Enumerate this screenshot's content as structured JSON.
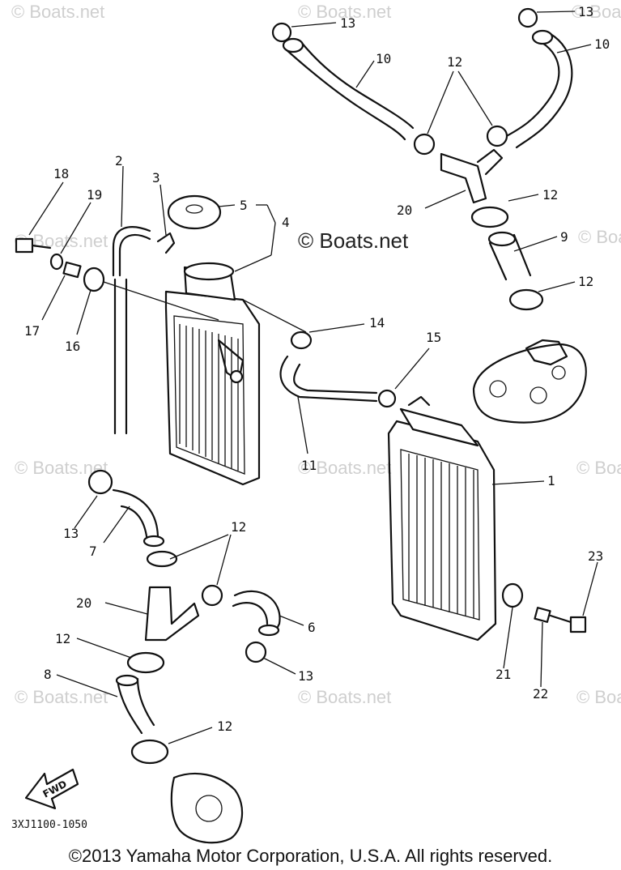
{
  "watermarks": [
    "© Boats.net",
    "© Boats.net",
    "© Boats.net",
    "© Boats.net",
    "© Boats.net",
    "© Boats.net",
    "© Boats.net",
    "© Boats.net",
    "© Boats.net",
    "© Boats.net",
    "© Boats.net"
  ],
  "watermark_center": "© Boats.net",
  "callouts": {
    "c13a": "13",
    "c13b": "13",
    "c10a": "10",
    "c10b": "10",
    "c12a": "12",
    "c2": "2",
    "c3": "3",
    "c5": "5",
    "c4": "4",
    "c18": "18",
    "c19": "19",
    "c20a": "20",
    "c12b": "12",
    "c9": "9",
    "c12c": "12",
    "c17": "17",
    "c16": "16",
    "c14": "14",
    "c15": "15",
    "c11": "11",
    "c1": "1",
    "c13c": "13",
    "c7": "7",
    "c12d": "12",
    "c20b": "20",
    "c6": "6",
    "c12e": "12",
    "c13d": "13",
    "c8": "8",
    "c21": "21",
    "c22": "22",
    "c23": "23",
    "c12f": "12"
  },
  "fwd_label": "FWD",
  "diagram_code": "3XJ1100-1050",
  "copyright": "©2013 Yamaha Motor Corporation, U.S.A. All rights reserved."
}
